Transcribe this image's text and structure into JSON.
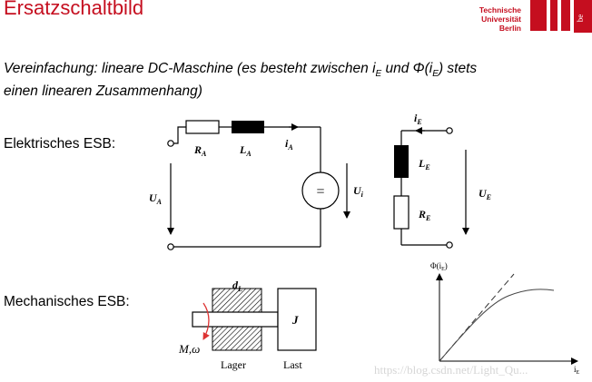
{
  "header": {
    "title": "Ersatzschaltbild",
    "logo": {
      "line1": "Technische",
      "line2": "Universität",
      "line3": "Berlin",
      "mark": "tu",
      "side_text": "be",
      "color": "#c50e1f"
    }
  },
  "intro": {
    "line1_pre": "Vereinfachung: lineare DC-Maschine (es besteht zwischen i",
    "line1_sub1": "E",
    "line1_mid": " und Φ(i",
    "line1_sub2": "E",
    "line1_post": ") stets",
    "line2": "einen linearen Zusammenhang)"
  },
  "electrical": {
    "label": "Elektrisches ESB:",
    "ra": "R",
    "ra_sub": "A",
    "la": "L",
    "la_sub": "A",
    "ia": "i",
    "ia_sub": "A",
    "ua": "U",
    "ua_sub": "A",
    "ui": "U",
    "ui_sub": "i",
    "source_symbol": "=",
    "ie": "i",
    "ie_sub": "E",
    "le": "L",
    "le_sub": "E",
    "re": "R",
    "re_sub": "E",
    "ue": "U",
    "ue_sub": "E"
  },
  "mechanical": {
    "label": "Mechanisches ESB:",
    "dl": "d",
    "dl_sub": "L",
    "j": "J",
    "m_omega": "M,ω",
    "lager": "Lager",
    "last": "Last"
  },
  "curve": {
    "ylabel": "Φ(i",
    "ylabel_sub": "E",
    "ylabel_post": ")",
    "xlabel": "i",
    "xlabel_sub": "E"
  },
  "watermark": "https://blog.csdn.net/Light_Qu..."
}
